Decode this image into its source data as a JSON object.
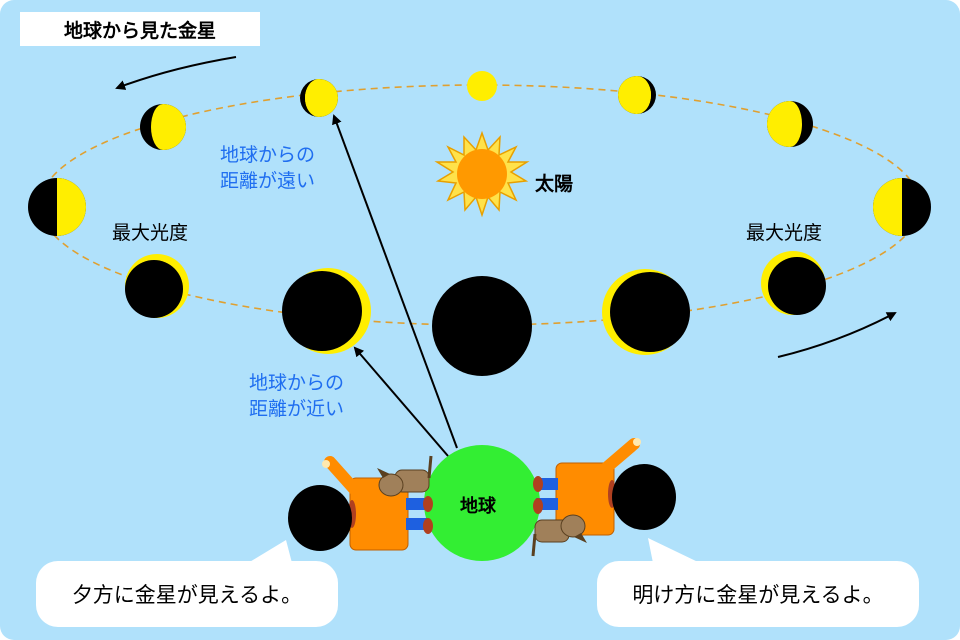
{
  "title": "地球から見た金星",
  "labels": {
    "sun": "太陽",
    "earth": "地球",
    "max_elongation_left": "最大光度",
    "max_elongation_right": "最大光度",
    "far_line1": "地球からの",
    "far_line2": "距離が遠い",
    "near_line1": "地球からの",
    "near_line2": "距離が近い"
  },
  "bubbles": {
    "evening": "夕方に金星が見えるよ。",
    "morning": "明け方に金星が見えるよ。"
  },
  "colors": {
    "background": "#b0e1fb",
    "venus_lit": "#ffee00",
    "venus_dark": "#000000",
    "earth": "#33ee33",
    "sun": "#ff9900",
    "orbit": "#e0a030",
    "near_far_text": "#1f6ef0"
  },
  "icons": [
    "arrow-icon",
    "sun-icon",
    "person-icon",
    "dog-icon"
  ]
}
